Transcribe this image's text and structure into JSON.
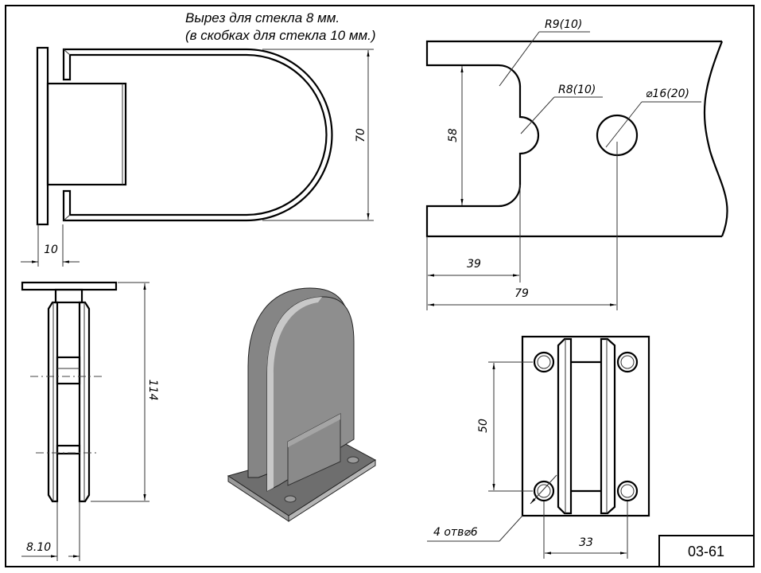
{
  "title": {
    "line1": "Вырез для стекла 8 мм.",
    "line2": "(в скобках для стекла 10 мм.)"
  },
  "top_view": {
    "height_dim": "70",
    "flange_dim": "10"
  },
  "cutout_view": {
    "radius_outer": "R9(10)",
    "radius_notch": "R8(10)",
    "hole_diameter": "⌀16(20)",
    "cut_height": "58",
    "cut_depth": "39",
    "hole_offset": "79"
  },
  "side_view": {
    "height_dim": "114",
    "gap_dim": "8.10"
  },
  "base_view": {
    "hole_spacing_v": "50",
    "hole_spacing_h": "33",
    "holes_note": "4 отв⌀6"
  },
  "drawing_code": "03-61"
}
